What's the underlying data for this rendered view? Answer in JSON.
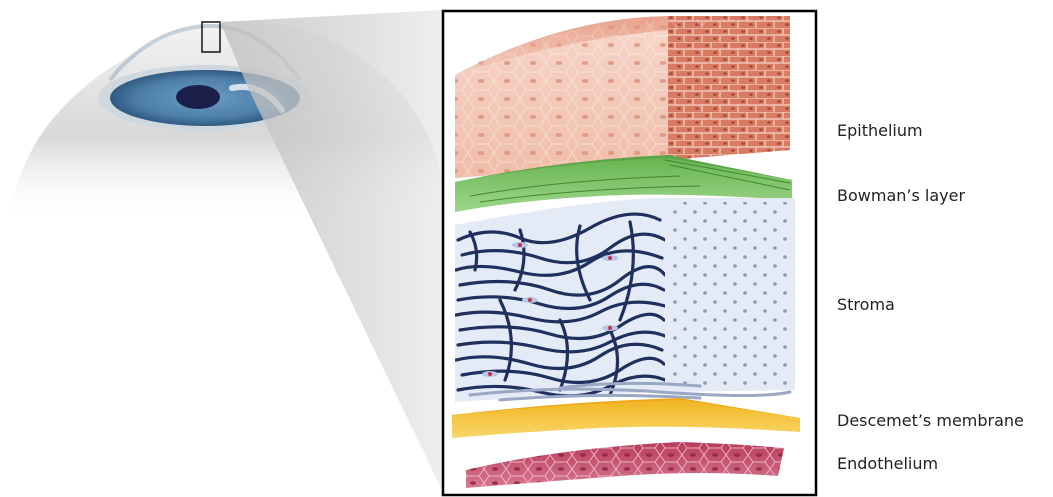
{
  "labels": {
    "epithelium": "Epithelium",
    "bowmans_layer": "Bowman’s layer",
    "stroma": "Stroma",
    "descemets_membrane": "Descemet’s membrane",
    "endothelium": "Endothelium"
  },
  "colors": {
    "epithelium_face": "#f2c2b0",
    "epithelium_side": "#d9826b",
    "bowmans_layer": "#7cc468",
    "stroma_fill": "#e4ebf7",
    "stroma_fibers": "#1f2f5e",
    "descemets_membrane": "#f5c842",
    "endothelium": "#c9556f",
    "iris": "#4e7fa8",
    "pupil": "#1b1f4a",
    "zoom_panel_border": "#000000"
  }
}
